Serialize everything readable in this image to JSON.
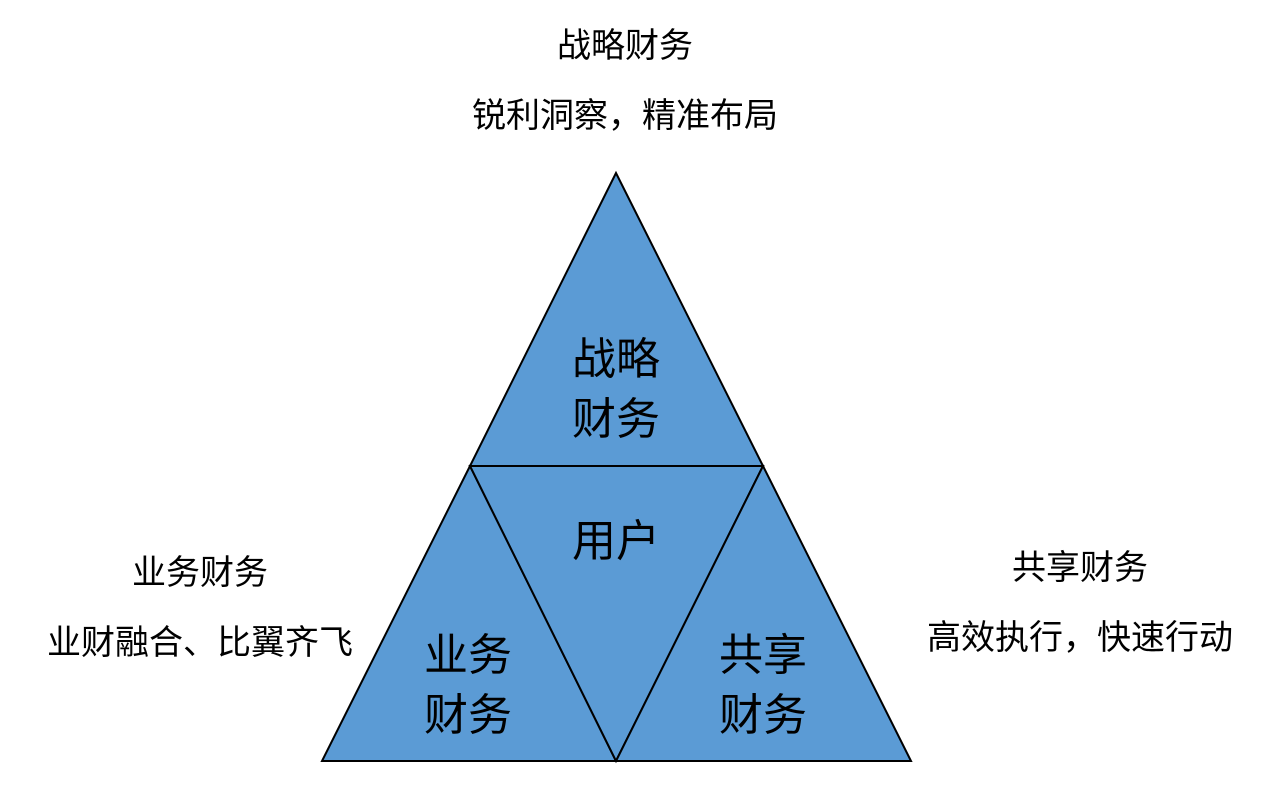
{
  "colors": {
    "triangle_fill": "#5b9bd5",
    "triangle_stroke": "#000000",
    "text": "#000000"
  },
  "top_caption": {
    "title": "战略财务",
    "subtitle": "锐利洞察，精准布局"
  },
  "left_caption": {
    "title": "业务财务",
    "subtitle": "业财融合、比翼齐飞"
  },
  "right_caption": {
    "title": "共享财务",
    "subtitle": "高效执行，快速行动"
  },
  "pyramid": {
    "top": {
      "line1": "战略",
      "line2": "财务"
    },
    "center": {
      "label": "用户"
    },
    "bottom_left": {
      "line1": "业务",
      "line2": "财务"
    },
    "bottom_right": {
      "line1": "共享",
      "line2": "财务"
    }
  }
}
